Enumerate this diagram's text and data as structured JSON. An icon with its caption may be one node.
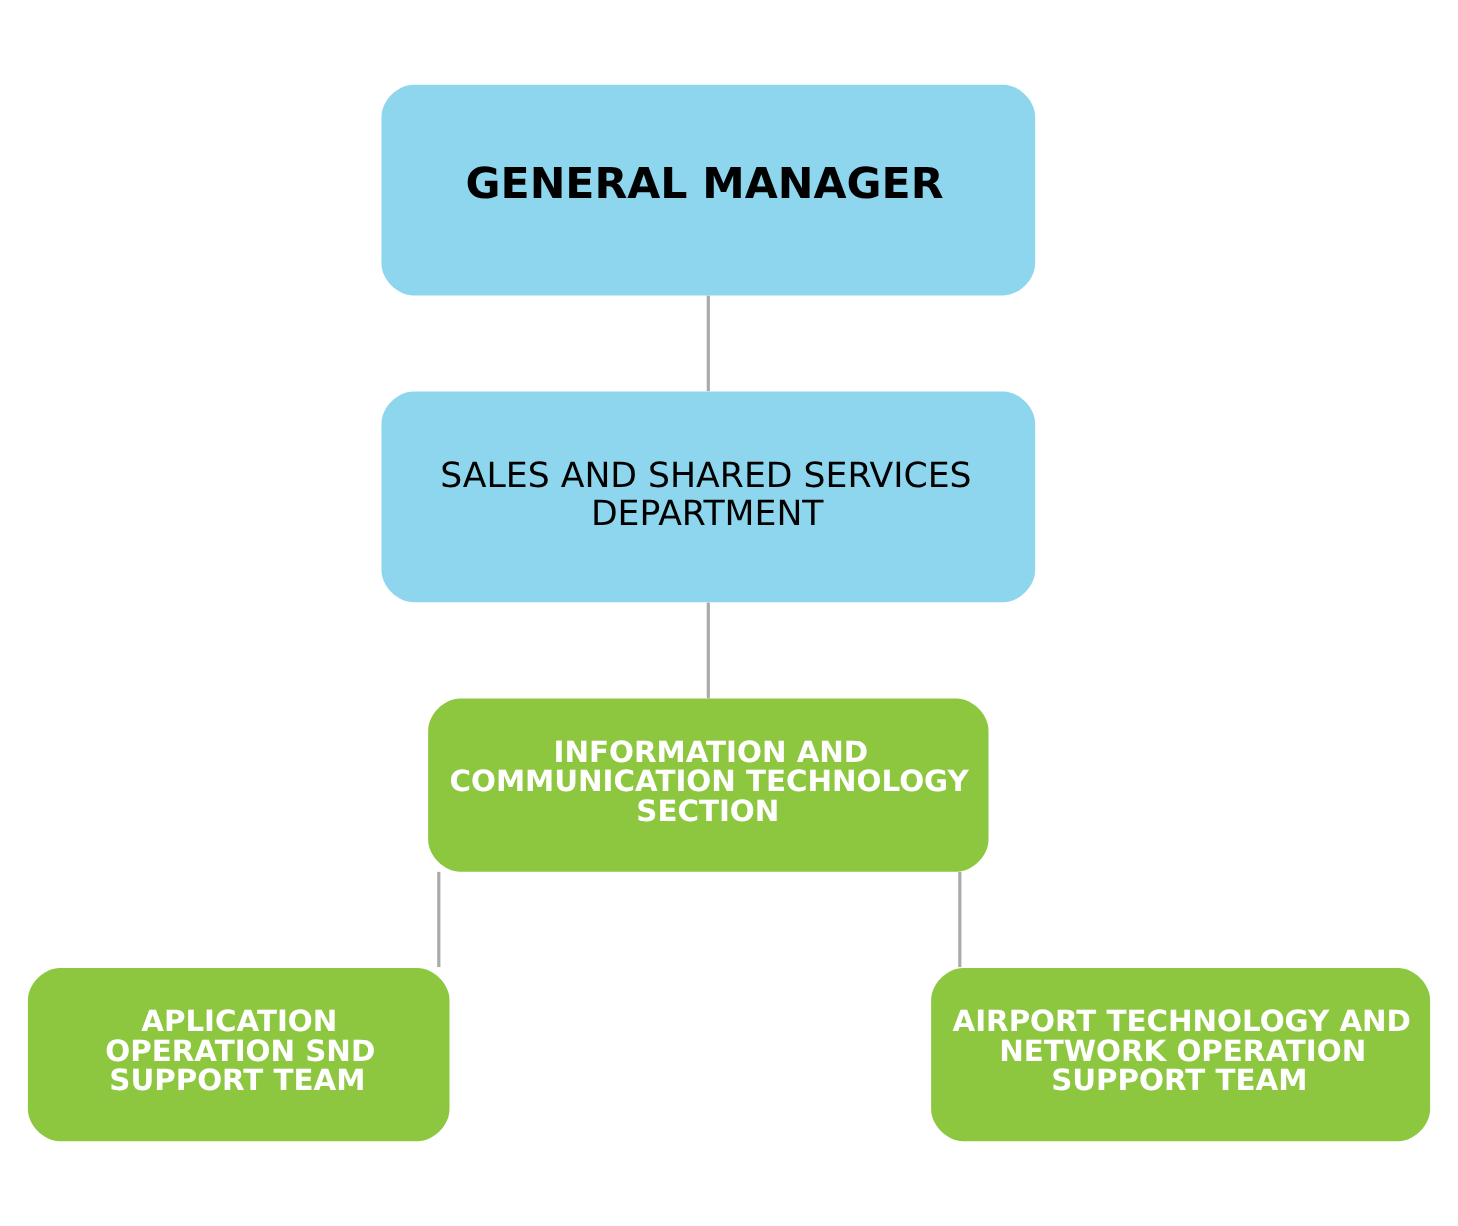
{
  "diagram": {
    "nodes": [
      {
        "text": [
          "GENERAL MANAGER"
        ]
      },
      {
        "text": [
          "SALES AND SHARED SERVICES DEPARTMENT"
        ]
      },
      {
        "text": [
          "INFORMATION AND COMMUNICATION TECHNOLOGY SECTION"
        ]
      },
      {
        "text": [
          "APLICATION OPERATION SND SUPPORT TEAM"
        ]
      },
      {
        "text": [
          "AIRPORT TECHNOLOGY AND NETWORK OPERATION SUPPORT TEAM"
        ]
      }
    ],
    "edges": [
      {
        "from": 0,
        "to": 1,
        "arrow": "none"
      },
      {
        "from": 1,
        "to": 2,
        "arrow": "none"
      },
      {
        "from": 2,
        "to": 3,
        "arrow": "none"
      },
      {
        "from": 2,
        "to": 4,
        "arrow": "none"
      }
    ]
  }
}
